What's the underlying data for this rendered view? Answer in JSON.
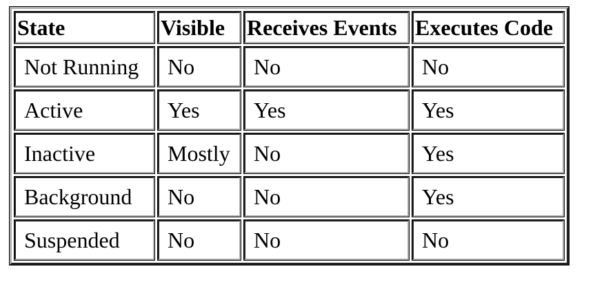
{
  "table": {
    "headers": [
      "State",
      "Visible",
      "Receives Events",
      "Executes Code"
    ],
    "rows": [
      [
        "Not Running",
        "No",
        "No",
        "No"
      ],
      [
        "Active",
        "Yes",
        "Yes",
        "Yes"
      ],
      [
        "Inactive",
        "Mostly",
        "No",
        "Yes"
      ],
      [
        "Background",
        "No",
        "No",
        "Yes"
      ],
      [
        "Suspended",
        "No",
        "No",
        "No"
      ]
    ]
  }
}
